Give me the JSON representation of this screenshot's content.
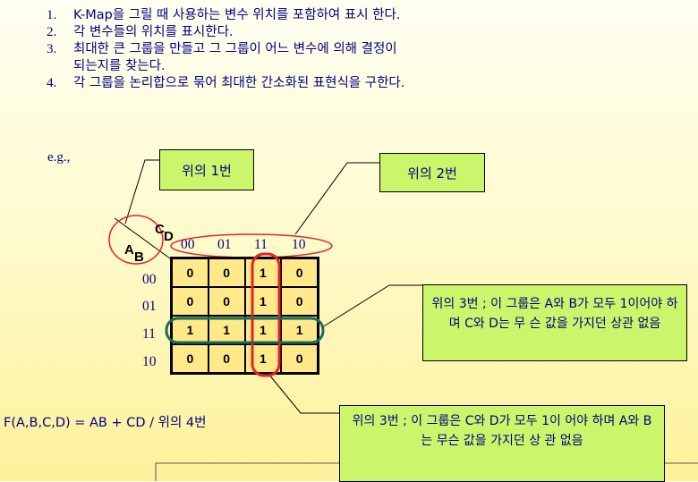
{
  "steps": [
    {
      "num": "1.",
      "text": "K-Map을 그릴 때 사용하는 변수 위치를 포함하여 표시 한다."
    },
    {
      "num": "2.",
      "text": "각 변수들의 위치를 표시한다."
    },
    {
      "num": "3.",
      "text": "최대한 큰 그룹을 만들고 그 그룹이 어느 변수에 의해 결정이\n되는지를 찾는다."
    },
    {
      "num": "4.",
      "text": "각 그룹을 논리합으로 묶어 최대한 간소화된 표현식을 구한다."
    }
  ],
  "example_label": "e.g.,",
  "callouts": {
    "c1": "위의 1번",
    "c2": "위의 2번",
    "c3": "위의 3번 ; 이 그룹은 A와 B가 모두 1이어야 하며 C와 D는 무 슨 값을 가지던 상관 없음",
    "c4": "위의 3번 ; 이 그룹은 C와 D가 모두 1이 어야 하며 A와 B는 무슨 값을 가지던 상 관 없음"
  },
  "kmap": {
    "var_top": "C",
    "var_top2": "D",
    "var_left": "A",
    "var_left2": "B",
    "col_labels": [
      "00",
      "01",
      "11",
      "10"
    ],
    "row_labels": [
      "00",
      "01",
      "11",
      "10"
    ],
    "cells": [
      [
        "0",
        "0",
        "1",
        "0"
      ],
      [
        "0",
        "0",
        "1",
        "0"
      ],
      [
        "1",
        "1",
        "1",
        "1"
      ],
      [
        "0",
        "0",
        "1",
        "0"
      ]
    ]
  },
  "formula": "F(A,B,C,D) = AB + CD  / 위의 4번",
  "colors": {
    "text": "#000080",
    "callout_fill": "#ccf56b",
    "grid_fill": "#ffe98a",
    "highlight_red": "#e8202a",
    "highlight_green": "#1e6b57"
  }
}
